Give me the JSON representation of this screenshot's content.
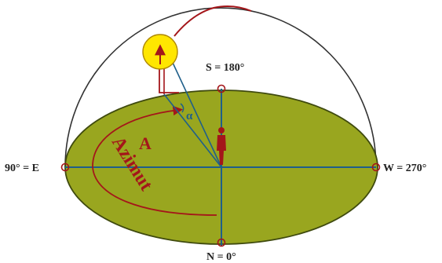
{
  "labels": {
    "south": "S = 180°",
    "north": "N = 0°",
    "east": "90° = E",
    "west": "W = 270°",
    "azimuth_area": "A",
    "altitude_angle": "α",
    "azimuth_word": "Azimut"
  },
  "colors": {
    "ground": "#99a61f",
    "ground_edge": "#3f4a0e",
    "axis": "#1f5f8a",
    "sun": "#ffe600",
    "sun_edge": "#b08a00",
    "arc_red": "#a4161a",
    "label": "#222222"
  },
  "icons": {
    "observer": "person-icon",
    "sun": "sun-icon"
  }
}
